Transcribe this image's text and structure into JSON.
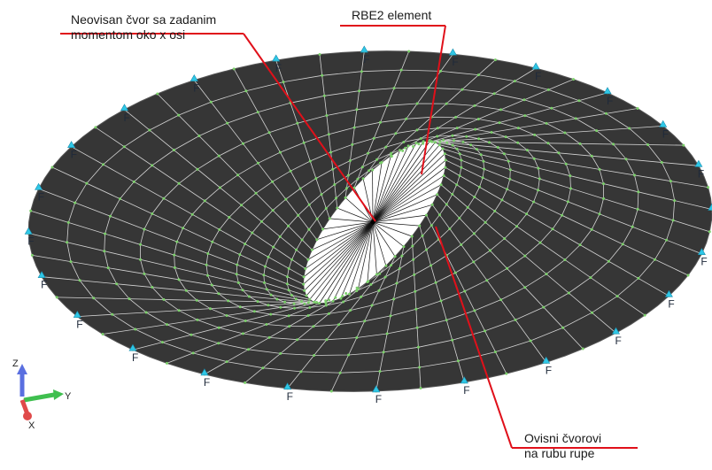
{
  "colors": {
    "plate": "#363636",
    "mesh_line": "#d4d4d4",
    "node": "#7bd06a",
    "rbe2_spoke": "#111111",
    "hole": "#ffffff",
    "leader": "#e0101a",
    "constraint_marker": "#2fc7e6",
    "axis_z": "#5a6fe0",
    "axis_y": "#3fbf4f",
    "axis_x": "#e04a4a"
  },
  "annotations": {
    "moment_node": [
      "Neovisan čvor sa zadanim",
      "momentom oko x osi"
    ],
    "rbe2": [
      "RBE2 element"
    ],
    "dependent_nodes": [
      "Ovisni čvorovi",
      "na rubu rupe"
    ]
  },
  "constraint_label": "F",
  "axis_triad": {
    "z": "Z",
    "y": "Y",
    "x": "X"
  },
  "icons": {
    "constraint": "constraint-triangle-icon",
    "triad": "xyz-triad-icon"
  }
}
